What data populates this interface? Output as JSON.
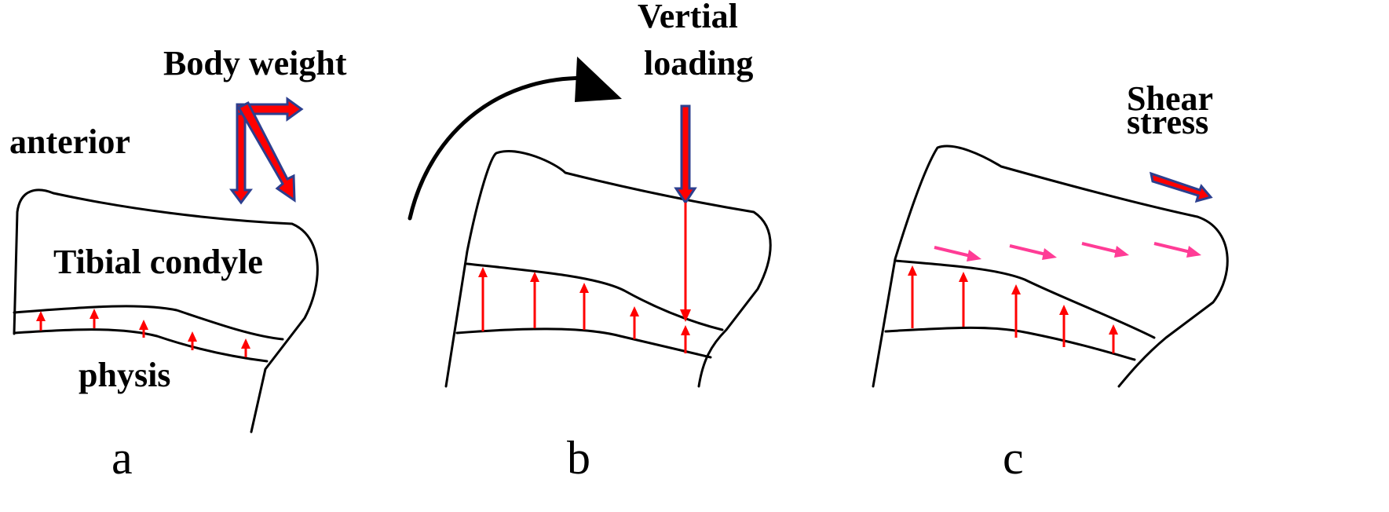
{
  "panels": [
    {
      "id": "a",
      "caption": "a",
      "labels": {
        "orientation": "anterior",
        "force": "Body weight",
        "bone": "Tibial condyle",
        "growth_plate": "physis"
      }
    },
    {
      "id": "b",
      "caption": "b",
      "labels": {
        "force_line1": "Vertial",
        "force_line2": "loading"
      }
    },
    {
      "id": "c",
      "caption": "c",
      "labels": {
        "force_line1": "Shear",
        "force_line2": "stress"
      }
    }
  ],
  "colors": {
    "outline": "#000000",
    "force_arrow": "#ff0000",
    "force_arrow_border": "#2c3f8f",
    "shear_arrows": "#ff3c96"
  },
  "icons": [
    "rotation-arrow-icon",
    "force-arrow-icon",
    "shear-arrow-icon"
  ]
}
